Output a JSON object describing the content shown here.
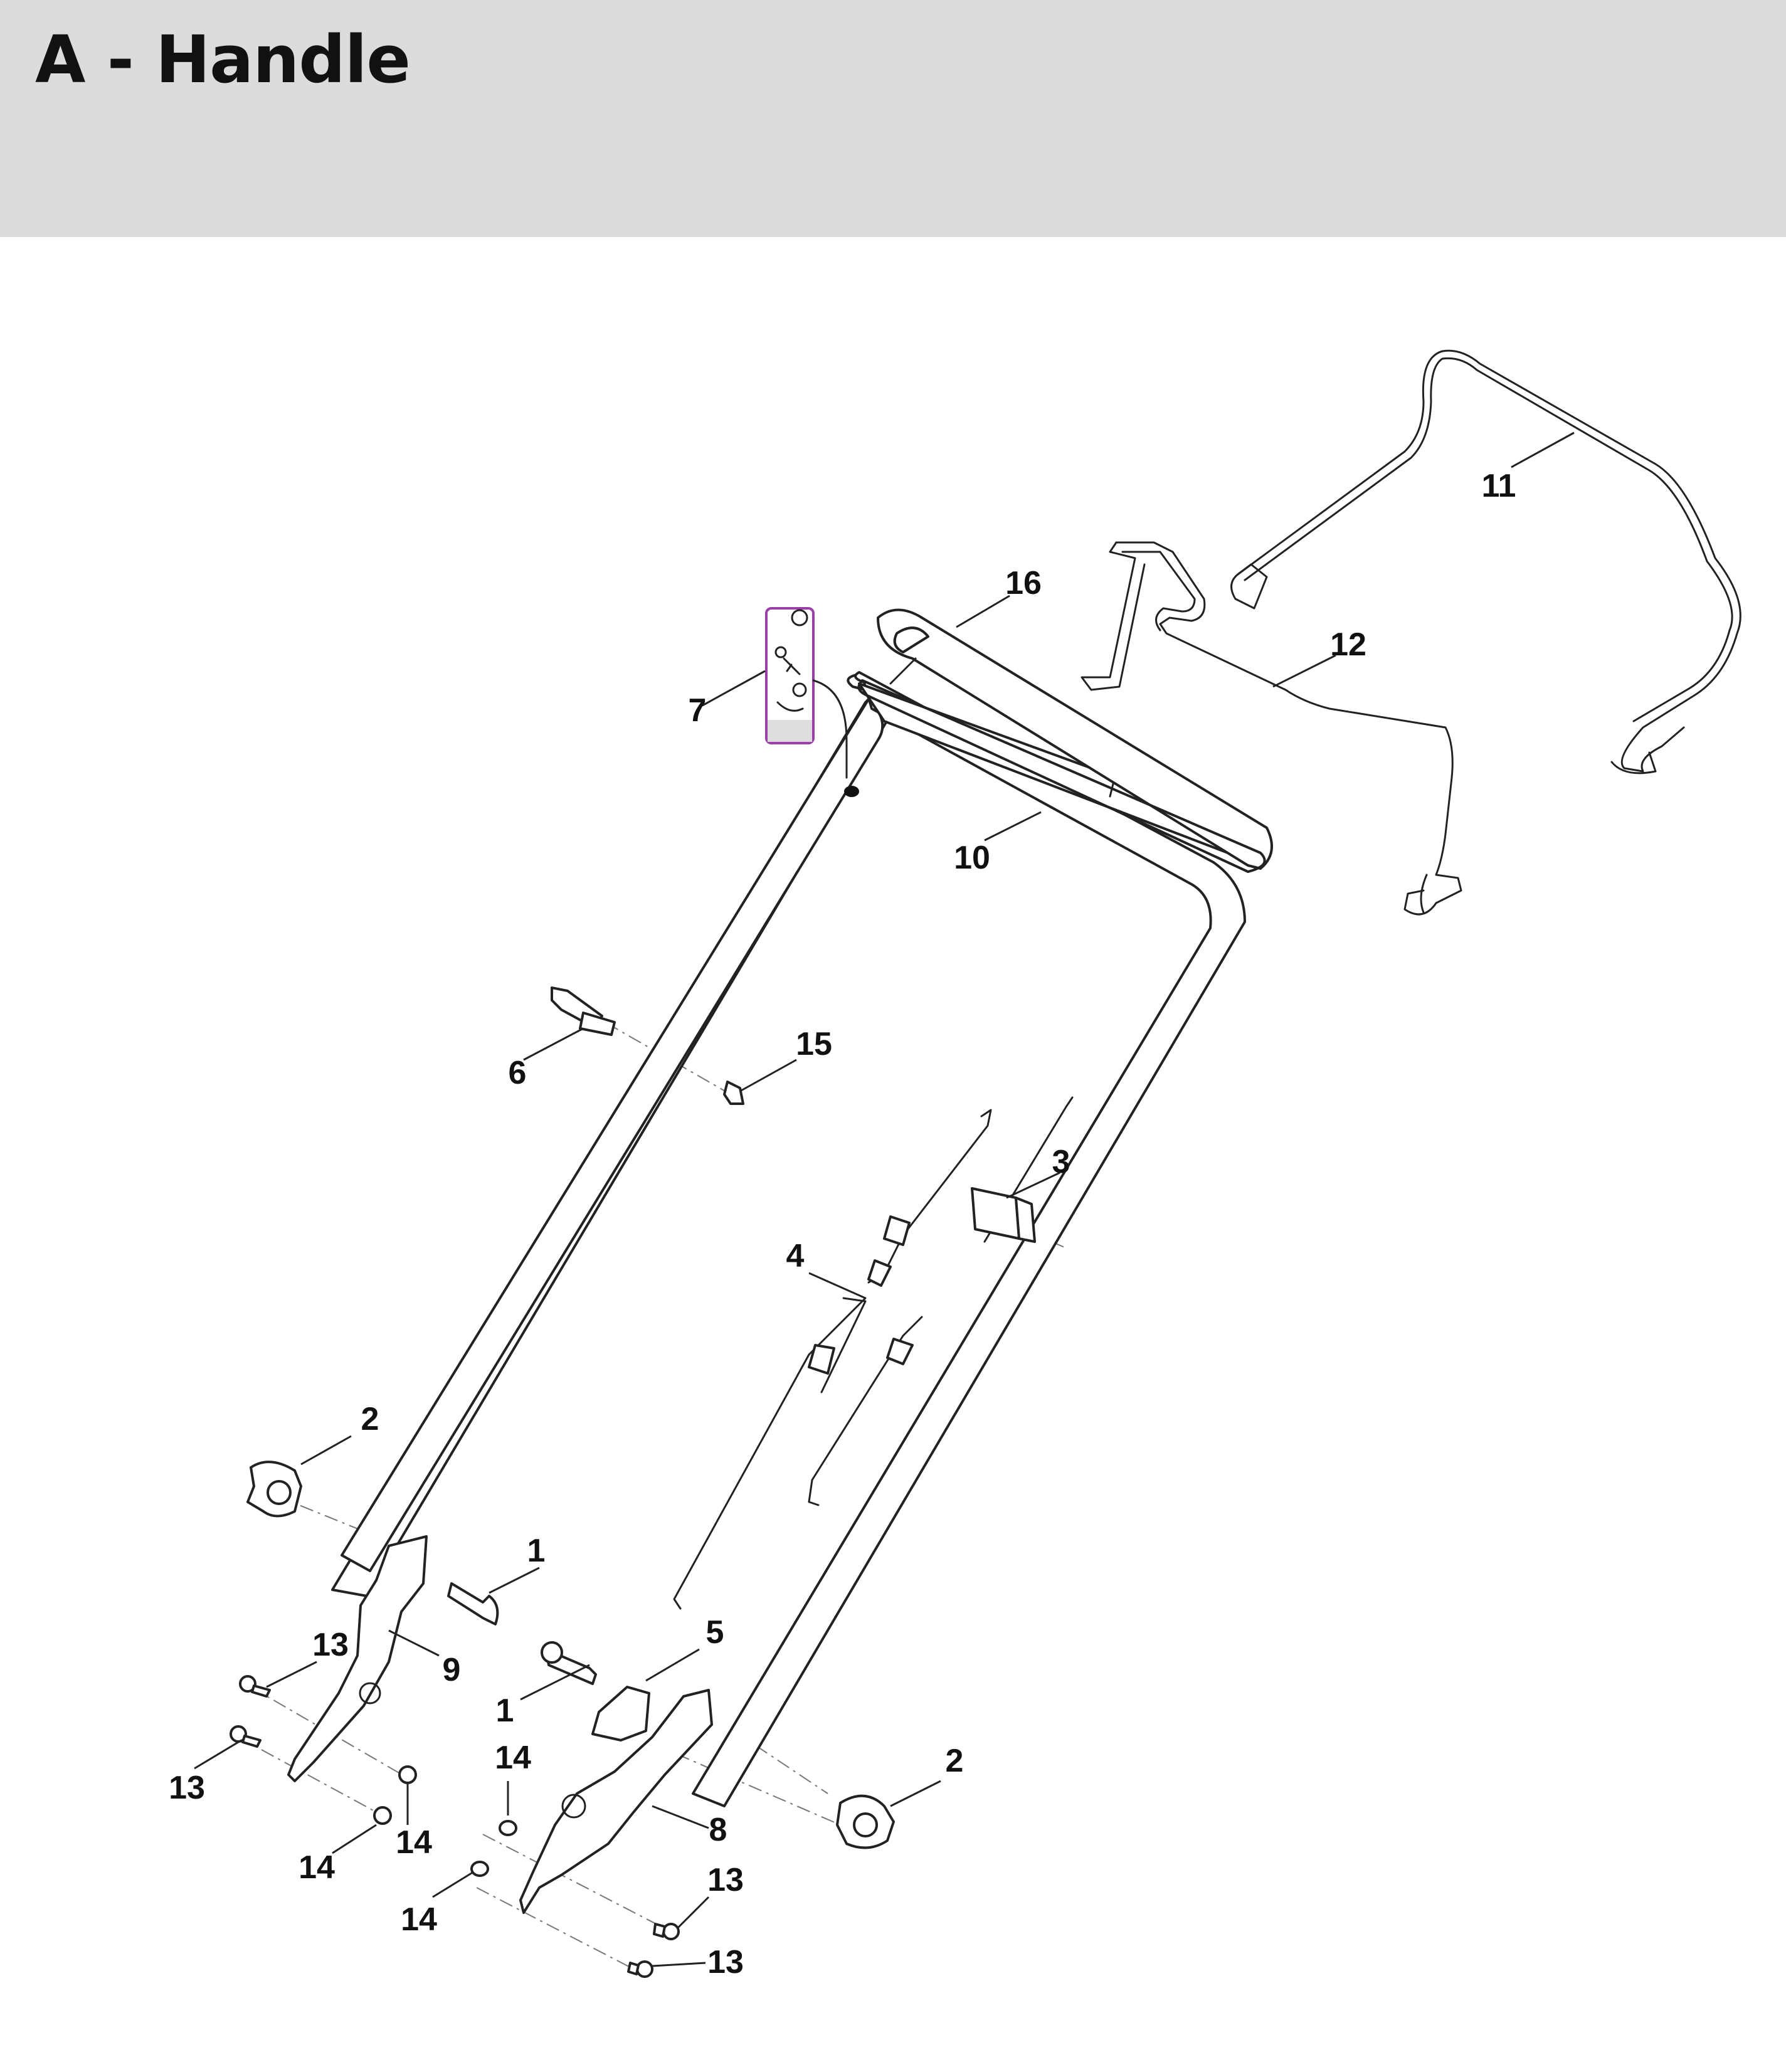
{
  "header": {
    "title": "A - Handle",
    "background_color": "#dcdcdc"
  },
  "diagram": {
    "callouts": [
      {
        "id": "c1a",
        "label": "1"
      },
      {
        "id": "c1b",
        "label": "1"
      },
      {
        "id": "c2a",
        "label": "2"
      },
      {
        "id": "c2b",
        "label": "2"
      },
      {
        "id": "c3",
        "label": "3"
      },
      {
        "id": "c4",
        "label": "4"
      },
      {
        "id": "c5",
        "label": "5"
      },
      {
        "id": "c6",
        "label": "6"
      },
      {
        "id": "c7",
        "label": "7"
      },
      {
        "id": "c8",
        "label": "8"
      },
      {
        "id": "c9",
        "label": "9"
      },
      {
        "id": "c10",
        "label": "10"
      },
      {
        "id": "c11",
        "label": "11"
      },
      {
        "id": "c12",
        "label": "12"
      },
      {
        "id": "c13a",
        "label": "13"
      },
      {
        "id": "c13b",
        "label": "13"
      },
      {
        "id": "c13c",
        "label": "13"
      },
      {
        "id": "c13d",
        "label": "13"
      },
      {
        "id": "c14a",
        "label": "14"
      },
      {
        "id": "c14b",
        "label": "14"
      },
      {
        "id": "c14c",
        "label": "14"
      },
      {
        "id": "c14d",
        "label": "14"
      },
      {
        "id": "c15",
        "label": "15"
      },
      {
        "id": "c16",
        "label": "16"
      }
    ],
    "decal_color": "#9b3fa8"
  }
}
